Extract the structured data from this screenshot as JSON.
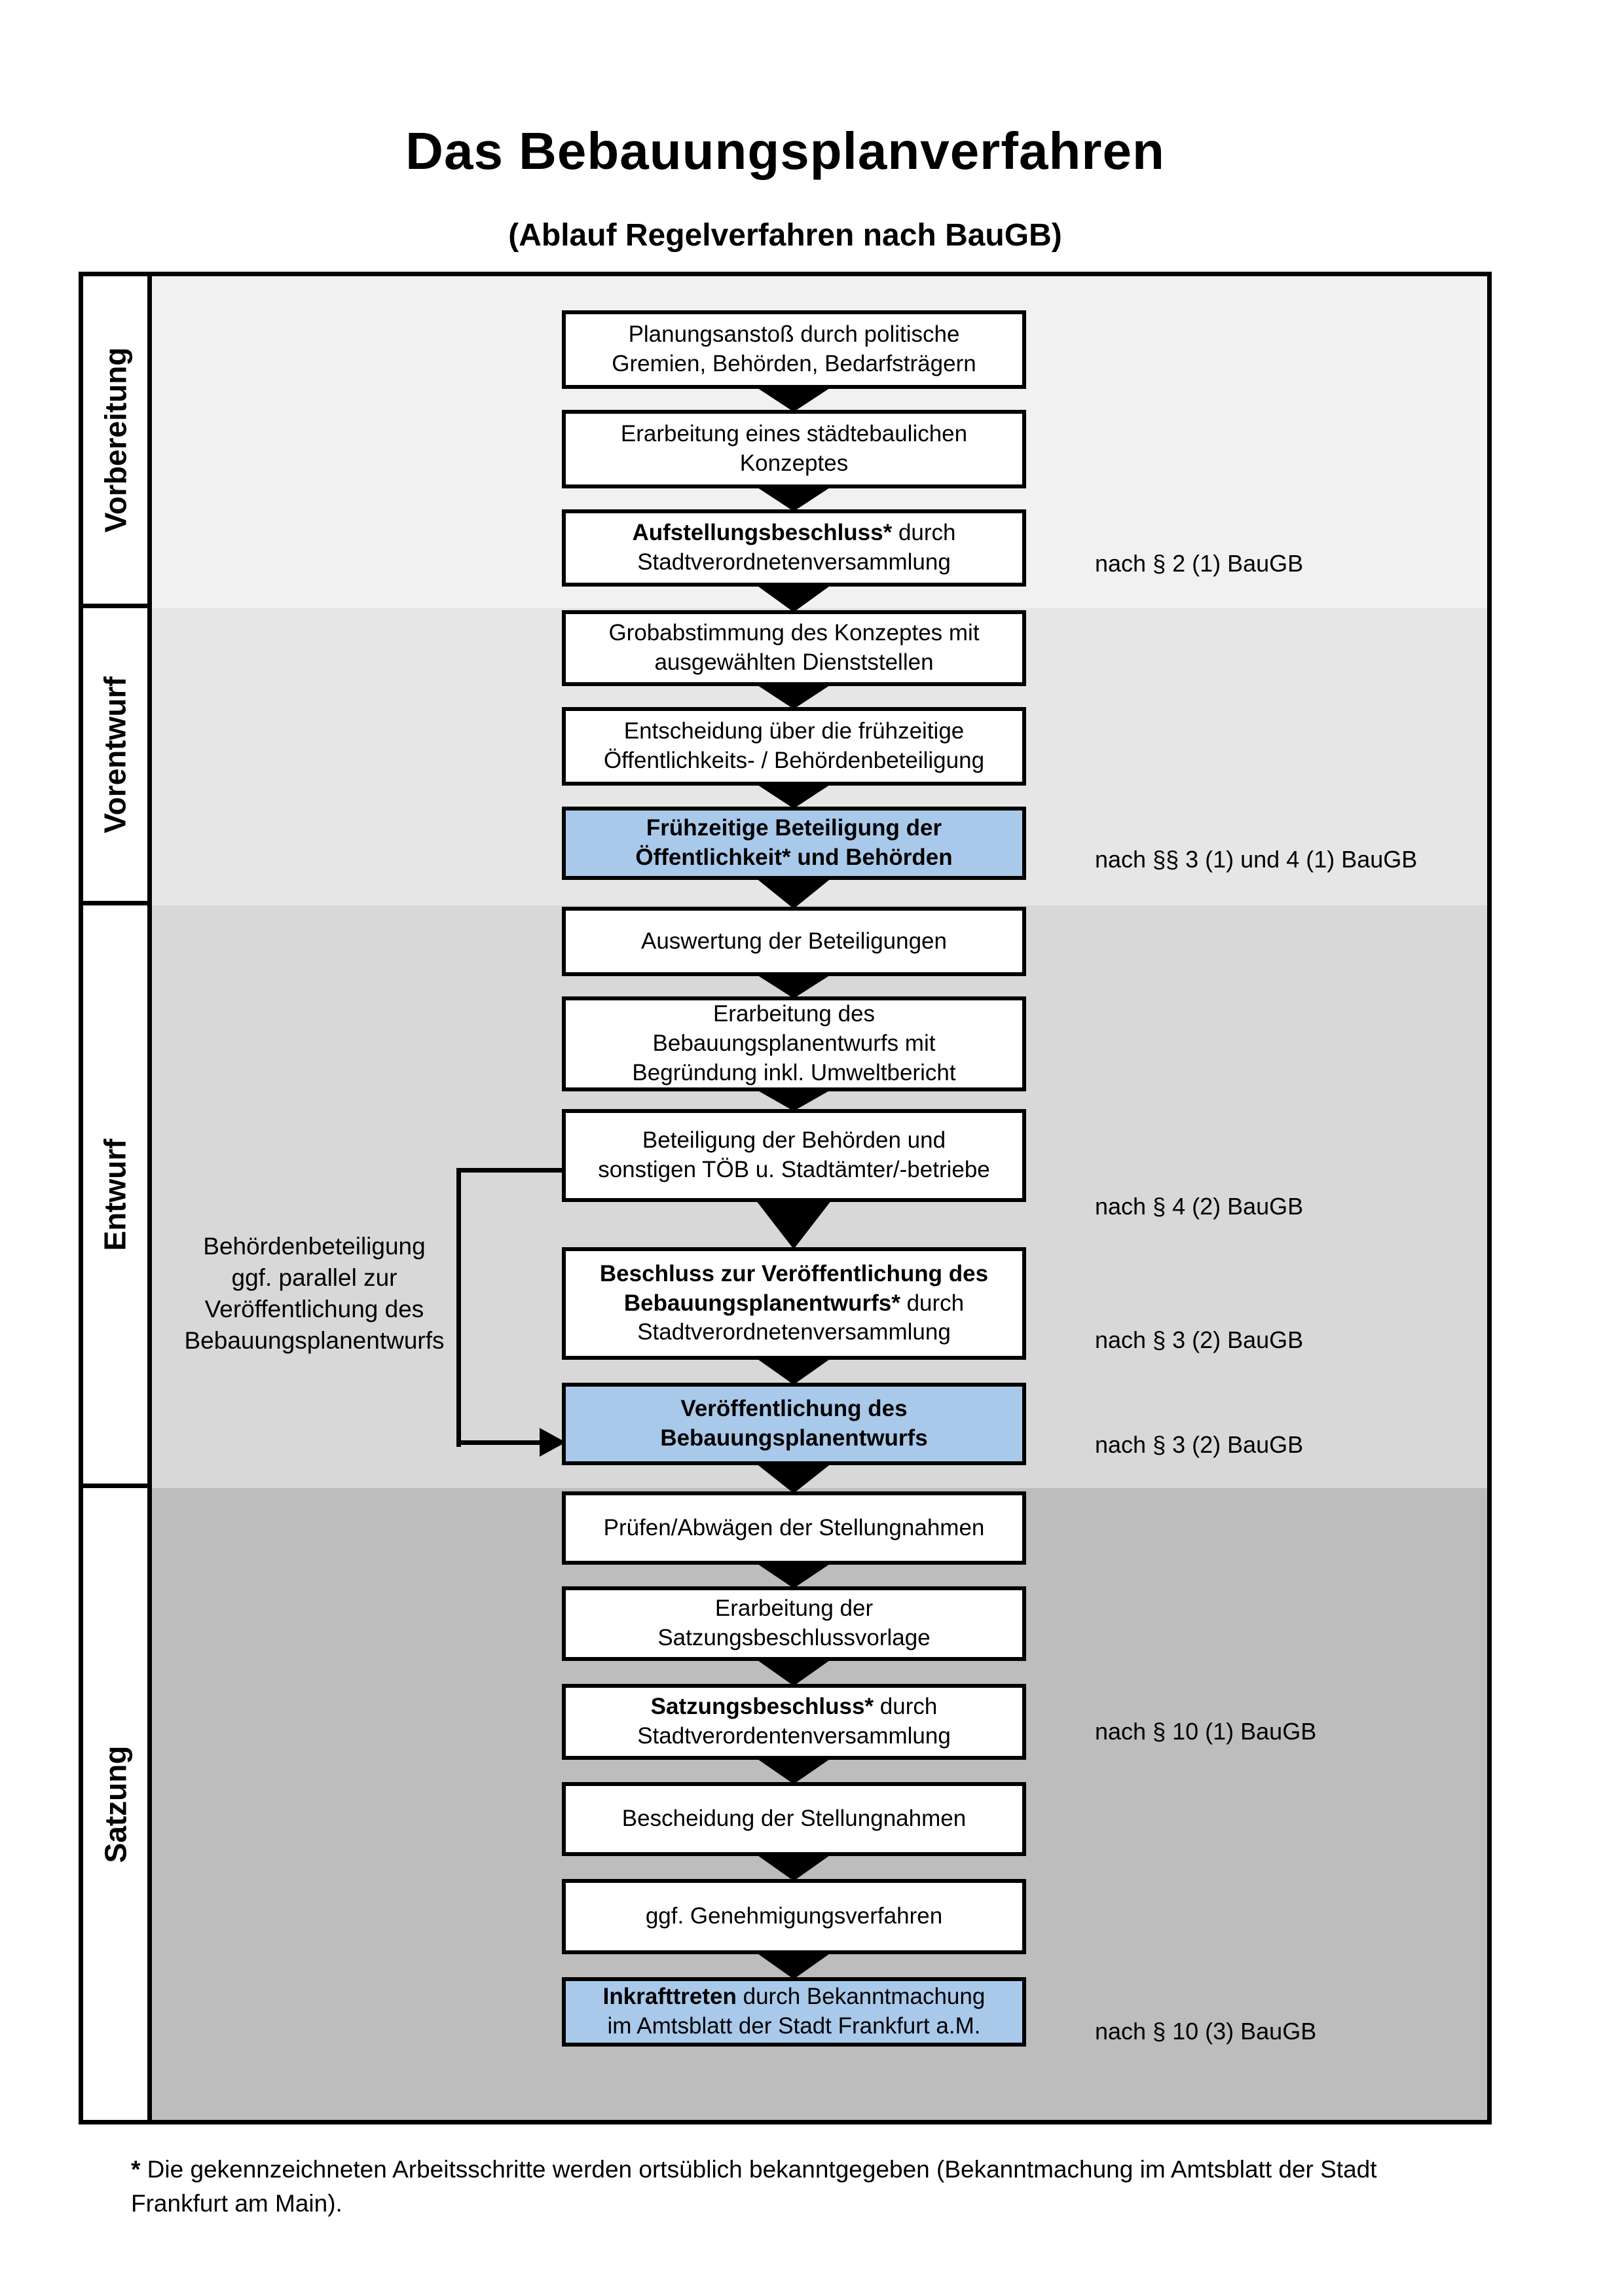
{
  "title": "Das Bebauungsplanverfahren",
  "subtitle": "(Ablauf Regelverfahren nach BauGB)",
  "phases": [
    {
      "label": "Vorbereitung"
    },
    {
      "label": "Vorentwurf"
    },
    {
      "label": "Entwurf"
    },
    {
      "label": "Satzung"
    }
  ],
  "boxes": [
    {
      "name": "planungsanstoss",
      "variant": "white",
      "pre": "",
      "text": "Planungsanstoß durch politische\nGremien, Behörden, Bedarfsträgern"
    },
    {
      "name": "staedtebauliches-konzept",
      "variant": "white",
      "pre": "",
      "text": "Erarbeitung eines städtebaulichen\nKonzeptes"
    },
    {
      "name": "aufstellungsbeschluss",
      "variant": "white",
      "pre": "Aufstellungsbeschluss*",
      "text": " durch\nStadtverordnetenversammlung"
    },
    {
      "name": "grobabstimmung",
      "variant": "white",
      "pre": "",
      "text": "Grobabstimmung des Konzeptes mit\nausgewählten Dienststellen"
    },
    {
      "name": "entscheidung-fruehzeitige-beteiligung",
      "variant": "white",
      "pre": "",
      "text": "Entscheidung über die frühzeitige\nÖffentlichkeits- / Behördenbeteiligung"
    },
    {
      "name": "fruehzeitige-beteiligung",
      "variant": "blue",
      "pre": "Frühzeitige Beteiligung der\nÖffentlichkeit* und Behörden",
      "text": ""
    },
    {
      "name": "auswertung-beteiligungen",
      "variant": "white",
      "pre": "",
      "text": "Auswertung der Beteiligungen"
    },
    {
      "name": "erarbeitung-bebauungsplanentwurf",
      "variant": "white",
      "pre": "",
      "text": "Erarbeitung des\nBebauungsplanentwurfs mit\nBegründung inkl. Umweltbericht"
    },
    {
      "name": "beteiligung-behoerden-toeb",
      "variant": "white",
      "pre": "",
      "text": "Beteiligung der Behörden und\nsonstigen TÖB u. Stadtämter/-betriebe"
    },
    {
      "name": "beschluss-veroeffentlichung",
      "variant": "white",
      "pre": "Beschluss zur Veröffentlichung des\nBebauungsplanentwurfs*",
      "text": " durch\nStadtverordnetenversammlung"
    },
    {
      "name": "veroeffentlichung-entwurf",
      "variant": "blue",
      "pre": "Veröffentlichung des\nBebauungsplanentwurfs",
      "text": ""
    },
    {
      "name": "pruefen-abwaegen-stellungnahmen",
      "variant": "white",
      "pre": "",
      "text": "Prüfen/Abwägen der Stellungnahmen"
    },
    {
      "name": "erarbeitung-satzungsbeschlussvorlage",
      "variant": "white",
      "pre": "",
      "text": "Erarbeitung der\nSatzungsbeschlussvorlage"
    },
    {
      "name": "satzungsbeschluss",
      "variant": "white",
      "pre": "Satzungsbeschluss*",
      "text": " durch\nStadtverordentenversammlung"
    },
    {
      "name": "bescheidung-stellungnahmen",
      "variant": "white",
      "pre": "",
      "text": "Bescheidung der Stellungnahmen"
    },
    {
      "name": "genehmigungsverfahren",
      "variant": "white",
      "pre": "",
      "text": "ggf. Genehmigungsverfahren"
    },
    {
      "name": "inkrafttreten",
      "variant": "blue",
      "pre": "Inkrafttreten",
      "text": " durch Bekanntmachung\nim Amtsblatt der Stadt Frankfurt a.M."
    }
  ],
  "refs": [
    "nach § 2 (1) BauGB",
    "nach §§ 3 (1) und 4 (1) BauGB",
    "nach § 4 (2) BauGB",
    "nach § 3 (2) BauGB",
    "nach § 3 (2) BauGB",
    "nach § 10 (1) BauGB",
    "nach § 10 (3) BauGB"
  ],
  "annotation": "Behördenbeteiligung\nggf. parallel zur\nVeröffentlichung des\nBebauungsplanentwurfs",
  "footnote": {
    "marker": "*",
    "text": " Die gekennzeichneten Arbeitsschritte werden ortsüblich bekanntgegeben (Bekanntmachung im Amtsblatt  der Stadt\nFrankfurt am Main)."
  },
  "colors": {
    "highlight_blue": "#a9c9ea",
    "section_backgrounds": [
      "#f1f1f1",
      "#e6e6e6",
      "#d8d8d8",
      "#bdbdbd"
    ],
    "box_border": "#000000"
  }
}
